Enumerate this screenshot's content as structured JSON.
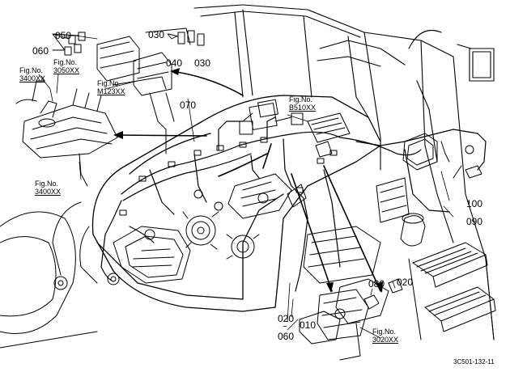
{
  "diagram_code": "3C501-132-11",
  "part_numbers": [
    {
      "id": "p050",
      "text": "050"
    },
    {
      "id": "p060",
      "text": "060"
    },
    {
      "id": "p030a",
      "text": "030"
    },
    {
      "id": "p040",
      "text": "040"
    },
    {
      "id": "p030b",
      "text": "030"
    },
    {
      "id": "p070",
      "text": "070"
    },
    {
      "id": "p100",
      "text": "100"
    },
    {
      "id": "p090",
      "text": "090"
    },
    {
      "id": "p080",
      "text": "080"
    },
    {
      "id": "p020a",
      "text": "020"
    },
    {
      "id": "p020b",
      "text": "020"
    },
    {
      "id": "p010",
      "text": "010"
    },
    {
      "id": "p060b",
      "text": "060"
    }
  ],
  "figure_refs": [
    {
      "id": "f3400a",
      "prefix": "Fig.No.",
      "ref": "3400XX"
    },
    {
      "id": "f3050",
      "prefix": "Fig.No.",
      "ref": "3050XX"
    },
    {
      "id": "fM123",
      "prefix": "Fig.No.",
      "ref": "M123XX"
    },
    {
      "id": "fB510",
      "prefix": "Fig.No.",
      "ref": "B510XX"
    },
    {
      "id": "f3400b",
      "prefix": "Fig.No.",
      "ref": "3400XX"
    },
    {
      "id": "f3020",
      "prefix": "Fig.No.",
      "ref": "3020XX"
    }
  ]
}
